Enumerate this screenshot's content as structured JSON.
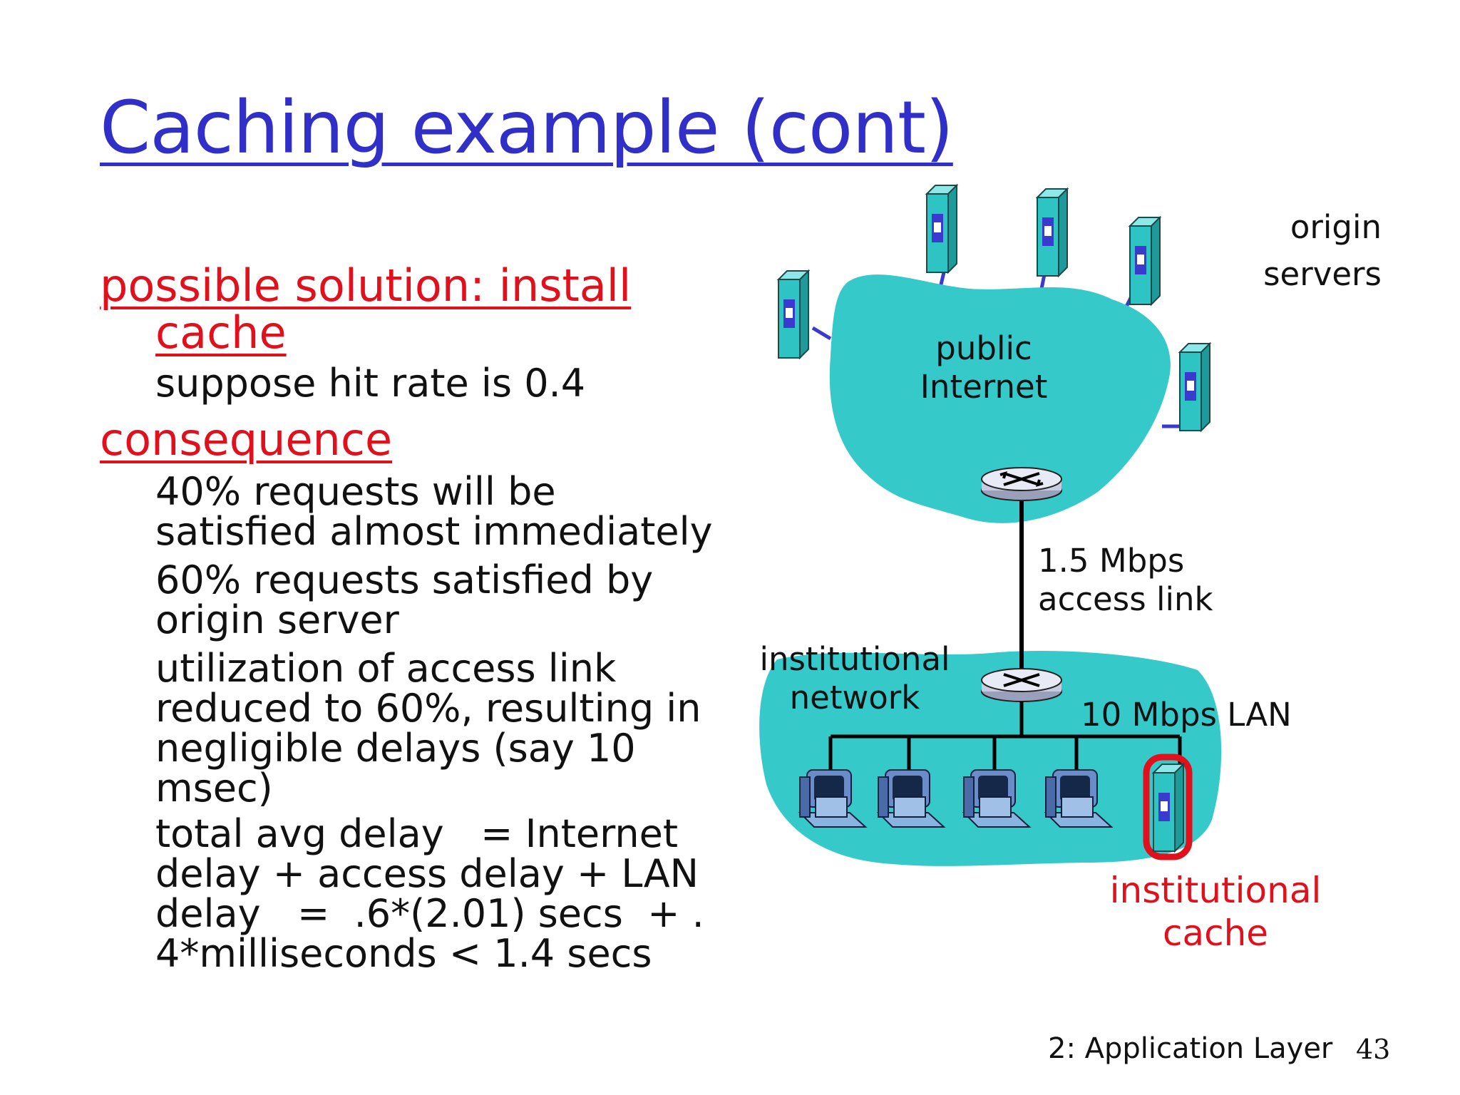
{
  "slide": {
    "title": "Caching example (cont)",
    "left": {
      "heading1_line1": "possible solution: install",
      "heading1_line2": "cache",
      "item1": "suppose hit rate is 0.4",
      "heading2": "consequence",
      "item2_l1": "40% requests will be",
      "item2_l2": "satisfied almost immediately",
      "item3_l1": "60% requests satisfied by",
      "item3_l2": "origin server",
      "item4_l1": "utilization of access link",
      "item4_l2": "reduced to 60%, resulting in",
      "item4_l3": "negligible  delays (say 10",
      "item4_l4": "msec)",
      "item5_l1": "total avg delay   = Internet",
      "item5_l2": "delay + access delay + LAN",
      "item5_l3": "delay   =  .6*(2.01) secs  + .",
      "item5_l4": "4*milliseconds < 1.4 secs"
    },
    "diagram": {
      "origin_l1": "origin",
      "origin_l2": "servers",
      "public_l1": "public",
      "public_l2": "Internet",
      "access_l1": "1.5 Mbps",
      "access_l2": "access link",
      "inst_l1": "institutional",
      "inst_l2": "network",
      "lan": "10 Mbps LAN",
      "cache_l1": "institutional",
      "cache_l2": "cache"
    },
    "footer": "2: Application Layer",
    "page_number": "43",
    "colors": {
      "title": "#3030c8",
      "heading": "#e0101c",
      "cloud": "#36c9c9",
      "server": "#2ec4c4",
      "link": "#3a3acf",
      "cache_highlight": "#e0101c"
    }
  }
}
